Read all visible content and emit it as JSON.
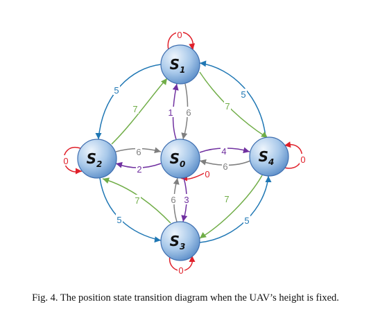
{
  "colors": {
    "red": "#e0202a",
    "blue": "#1f77b4",
    "green": "#70ad47",
    "purple": "#7030a0",
    "gray": "#7f7f7f"
  },
  "nodes": [
    {
      "id": "S0",
      "label": "S",
      "sub": "0"
    },
    {
      "id": "S1",
      "label": "S",
      "sub": "1"
    },
    {
      "id": "S2",
      "label": "S",
      "sub": "2"
    },
    {
      "id": "S3",
      "label": "S",
      "sub": "3"
    },
    {
      "id": "S4",
      "label": "S",
      "sub": "4"
    }
  ],
  "edges": [
    {
      "from": "S1",
      "to": "S1",
      "label": "0",
      "color": "red"
    },
    {
      "from": "S2",
      "to": "S2",
      "label": "0",
      "color": "red"
    },
    {
      "from": "S3",
      "to": "S3",
      "label": "0",
      "color": "red"
    },
    {
      "from": "S4",
      "to": "S4",
      "label": "0",
      "color": "red"
    },
    {
      "from": "S0",
      "to": "S0",
      "label": "0",
      "color": "red"
    },
    {
      "from": "S1",
      "to": "S2",
      "label": "5",
      "color": "blue"
    },
    {
      "from": "S2",
      "to": "S1",
      "label": "7",
      "color": "green"
    },
    {
      "from": "S4",
      "to": "S1",
      "label": "5",
      "color": "blue"
    },
    {
      "from": "S1",
      "to": "S4",
      "label": "7",
      "color": "green"
    },
    {
      "from": "S2",
      "to": "S3",
      "label": "5",
      "color": "blue"
    },
    {
      "from": "S3",
      "to": "S2",
      "label": "7",
      "color": "green"
    },
    {
      "from": "S3",
      "to": "S4",
      "label": "5",
      "color": "blue"
    },
    {
      "from": "S4",
      "to": "S3",
      "label": "7",
      "color": "green"
    },
    {
      "from": "S0",
      "to": "S1",
      "label": "1",
      "color": "purple"
    },
    {
      "from": "S1",
      "to": "S0",
      "label": "6",
      "color": "gray"
    },
    {
      "from": "S2",
      "to": "S0",
      "label": "6",
      "color": "gray"
    },
    {
      "from": "S0",
      "to": "S2",
      "label": "2",
      "color": "purple"
    },
    {
      "from": "S0",
      "to": "S4",
      "label": "4",
      "color": "purple"
    },
    {
      "from": "S4",
      "to": "S0",
      "label": "6",
      "color": "gray"
    },
    {
      "from": "S3",
      "to": "S0",
      "label": "6",
      "color": "gray"
    },
    {
      "from": "S0",
      "to": "S3",
      "label": "3",
      "color": "purple"
    }
  ],
  "caption": "Fig. 4.  The position state transition diagram when the UAV’s height is fixed."
}
